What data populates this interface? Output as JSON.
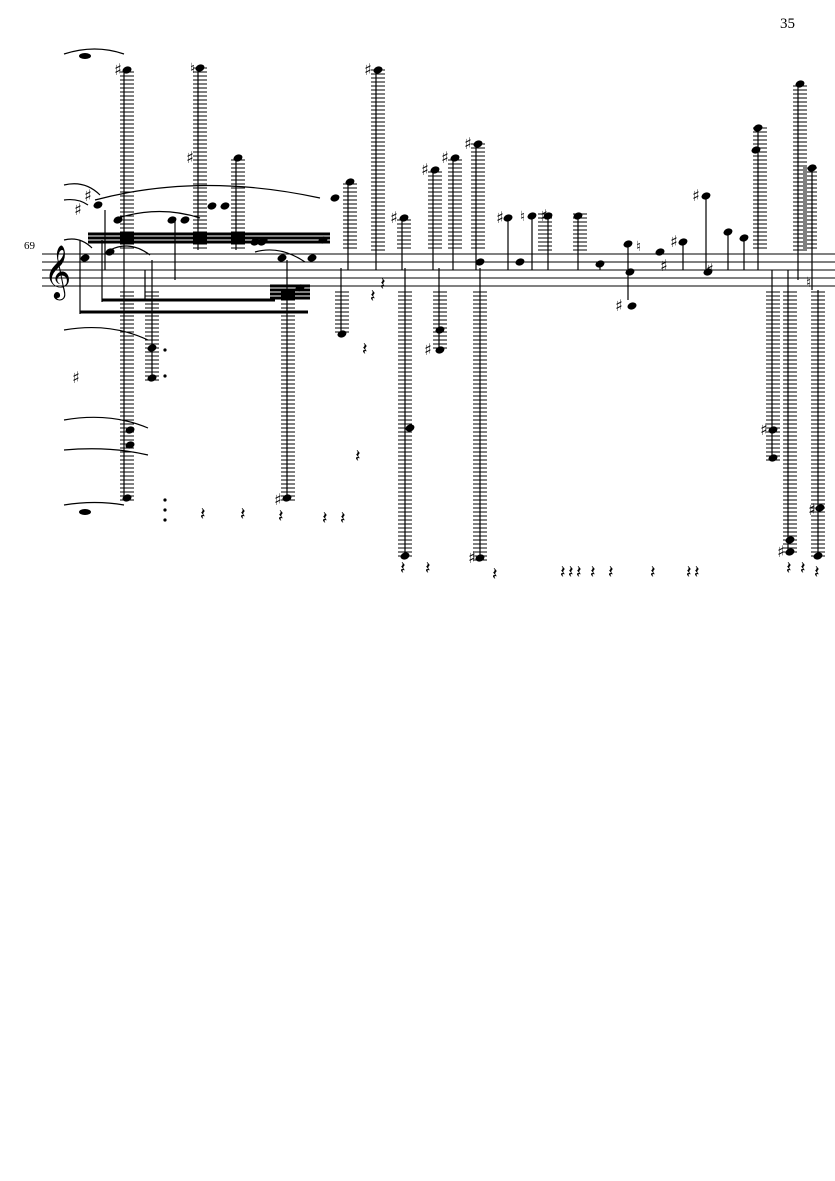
{
  "page": {
    "page_number": "35",
    "measure_number": "69"
  },
  "score": {
    "clef": "treble",
    "accidental_glyph": "♯",
    "natural_glyph": "♮",
    "rest_glyph": "𝄽",
    "dot_glyph": "."
  }
}
